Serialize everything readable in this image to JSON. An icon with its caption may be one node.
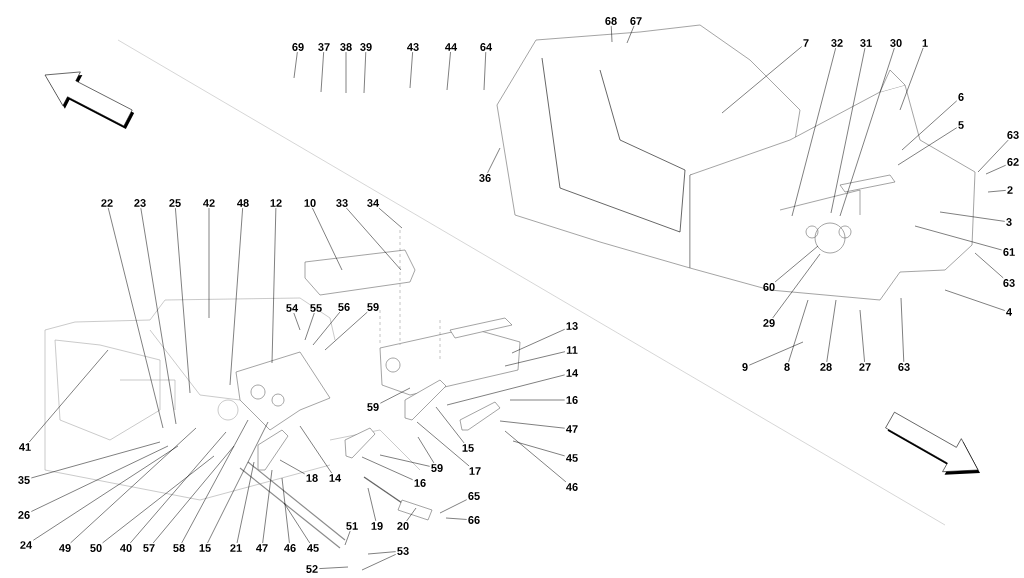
{
  "diagram": {
    "nodes": [
      {
        "text": [
          "69"
        ]
      },
      {
        "text": [
          "37"
        ]
      },
      {
        "text": [
          "38"
        ]
      },
      {
        "text": [
          "39"
        ]
      },
      {
        "text": [
          "43"
        ]
      },
      {
        "text": [
          "44"
        ]
      },
      {
        "text": [
          "64"
        ]
      },
      {
        "text": [
          "68"
        ]
      },
      {
        "text": [
          "67"
        ]
      },
      {
        "text": [
          "7"
        ]
      },
      {
        "text": [
          "32"
        ]
      },
      {
        "text": [
          "31"
        ]
      },
      {
        "text": [
          "30"
        ]
      },
      {
        "text": [
          "1"
        ]
      },
      {
        "text": [
          "6"
        ]
      },
      {
        "text": [
          "5"
        ]
      },
      {
        "text": [
          "63"
        ]
      },
      {
        "text": [
          "62"
        ]
      },
      {
        "text": [
          "36"
        ]
      },
      {
        "text": [
          "2"
        ]
      },
      {
        "text": [
          "3"
        ]
      },
      {
        "text": [
          "61"
        ]
      },
      {
        "text": [
          "63"
        ]
      },
      {
        "text": [
          "4"
        ]
      },
      {
        "text": [
          "60"
        ]
      },
      {
        "text": [
          "29"
        ]
      },
      {
        "text": [
          "9"
        ]
      },
      {
        "text": [
          "8"
        ]
      },
      {
        "text": [
          "28"
        ]
      },
      {
        "text": [
          "27"
        ]
      },
      {
        "text": [
          "63"
        ]
      },
      {
        "text": [
          "22"
        ]
      },
      {
        "text": [
          "23"
        ]
      },
      {
        "text": [
          "25"
        ]
      },
      {
        "text": [
          "42"
        ]
      },
      {
        "text": [
          "48"
        ]
      },
      {
        "text": [
          "12"
        ]
      },
      {
        "text": [
          "10"
        ]
      },
      {
        "text": [
          "33"
        ]
      },
      {
        "text": [
          "34"
        ]
      },
      {
        "text": [
          "54"
        ]
      },
      {
        "text": [
          "55"
        ]
      },
      {
        "text": [
          "56"
        ]
      },
      {
        "text": [
          "59"
        ]
      },
      {
        "text": [
          "13"
        ]
      },
      {
        "text": [
          "11"
        ]
      },
      {
        "text": [
          "59"
        ]
      },
      {
        "text": [
          "14"
        ]
      },
      {
        "text": [
          "16"
        ]
      },
      {
        "text": [
          "41"
        ]
      },
      {
        "text": [
          "47"
        ]
      },
      {
        "text": [
          "15"
        ]
      },
      {
        "text": [
          "59"
        ]
      },
      {
        "text": [
          "17"
        ]
      },
      {
        "text": [
          "45"
        ]
      },
      {
        "text": [
          "35"
        ]
      },
      {
        "text": [
          "18"
        ]
      },
      {
        "text": [
          "14"
        ]
      },
      {
        "text": [
          "16"
        ]
      },
      {
        "text": [
          "46"
        ]
      },
      {
        "text": [
          "65"
        ]
      },
      {
        "text": [
          "26"
        ]
      },
      {
        "text": [
          "19"
        ]
      },
      {
        "text": [
          "20"
        ]
      },
      {
        "text": [
          "66"
        ]
      },
      {
        "text": [
          "51"
        ]
      },
      {
        "text": [
          "24"
        ]
      },
      {
        "text": [
          "49"
        ]
      },
      {
        "text": [
          "50"
        ]
      },
      {
        "text": [
          "40"
        ]
      },
      {
        "text": [
          "57"
        ]
      },
      {
        "text": [
          "58"
        ]
      },
      {
        "text": [
          "15"
        ]
      },
      {
        "text": [
          "21"
        ]
      },
      {
        "text": [
          "47"
        ]
      },
      {
        "text": [
          "46"
        ]
      },
      {
        "text": [
          "45"
        ]
      },
      {
        "text": [
          "53"
        ]
      },
      {
        "text": [
          "52"
        ]
      }
    ],
    "edges": [
      {
        "from": 0,
        "to": null,
        "arrow": "none"
      },
      {
        "from": 1,
        "to": null,
        "arrow": "none"
      },
      {
        "from": 2,
        "to": null,
        "arrow": "none"
      },
      {
        "from": 3,
        "to": null,
        "arrow": "none"
      },
      {
        "from": 4,
        "to": null,
        "arrow": "none"
      },
      {
        "from": 5,
        "to": null,
        "arrow": "none"
      },
      {
        "from": 6,
        "to": null,
        "arrow": "none"
      },
      {
        "from": 7,
        "to": null,
        "arrow": "none"
      },
      {
        "from": 8,
        "to": null,
        "arrow": "none"
      },
      {
        "from": 9,
        "to": null,
        "arrow": "none"
      },
      {
        "from": 10,
        "to": null,
        "arrow": "none"
      },
      {
        "from": 11,
        "to": null,
        "arrow": "none"
      },
      {
        "from": 12,
        "to": null,
        "arrow": "none"
      },
      {
        "from": 13,
        "to": null,
        "arrow": "none"
      },
      {
        "from": 14,
        "to": null,
        "arrow": "none"
      },
      {
        "from": 15,
        "to": null,
        "arrow": "none"
      },
      {
        "from": 16,
        "to": null,
        "arrow": "none"
      },
      {
        "from": 17,
        "to": null,
        "arrow": "none"
      },
      {
        "from": 18,
        "to": null,
        "arrow": "none"
      },
      {
        "from": 19,
        "to": null,
        "arrow": "none"
      },
      {
        "from": 20,
        "to": null,
        "arrow": "none"
      },
      {
        "from": 21,
        "to": null,
        "arrow": "none"
      },
      {
        "from": 22,
        "to": null,
        "arrow": "none"
      },
      {
        "from": 23,
        "to": null,
        "arrow": "none"
      },
      {
        "from": 24,
        "to": null,
        "arrow": "none"
      },
      {
        "from": 25,
        "to": null,
        "arrow": "none"
      },
      {
        "from": 26,
        "to": null,
        "arrow": "none"
      },
      {
        "from": 27,
        "to": null,
        "arrow": "none"
      },
      {
        "from": 28,
        "to": null,
        "arrow": "none"
      },
      {
        "from": 29,
        "to": null,
        "arrow": "none"
      },
      {
        "from": 30,
        "to": null,
        "arrow": "none"
      },
      {
        "from": 31,
        "to": null,
        "arrow": "none"
      },
      {
        "from": 32,
        "to": null,
        "arrow": "none"
      },
      {
        "from": 33,
        "to": null,
        "arrow": "none"
      },
      {
        "from": 34,
        "to": null,
        "arrow": "none"
      },
      {
        "from": 35,
        "to": null,
        "arrow": "none"
      },
      {
        "from": 36,
        "to": null,
        "arrow": "none"
      },
      {
        "from": 37,
        "to": null,
        "arrow": "none"
      },
      {
        "from": 38,
        "to": null,
        "arrow": "none"
      },
      {
        "from": 39,
        "to": null,
        "arrow": "none"
      },
      {
        "from": 40,
        "to": null,
        "arrow": "none"
      },
      {
        "from": 41,
        "to": null,
        "arrow": "none"
      },
      {
        "from": 42,
        "to": null,
        "arrow": "none"
      },
      {
        "from": 43,
        "to": null,
        "arrow": "none"
      },
      {
        "from": 44,
        "to": null,
        "arrow": "none"
      },
      {
        "from": 45,
        "to": null,
        "arrow": "none"
      },
      {
        "from": 46,
        "to": null,
        "arrow": "none"
      },
      {
        "from": 47,
        "to": null,
        "arrow": "none"
      },
      {
        "from": 48,
        "to": null,
        "arrow": "none"
      },
      {
        "from": 49,
        "to": null,
        "arrow": "none"
      },
      {
        "from": 50,
        "to": null,
        "arrow": "none"
      },
      {
        "from": 51,
        "to": null,
        "arrow": "none"
      },
      {
        "from": 52,
        "to": null,
        "arrow": "none"
      },
      {
        "from": 52,
        "to": null,
        "arrow": "none"
      },
      {
        "from": 53,
        "to": null,
        "arrow": "none"
      },
      {
        "from": 54,
        "to": null,
        "arrow": "none"
      },
      {
        "from": 55,
        "to": null,
        "arrow": "none"
      },
      {
        "from": 56,
        "to": null,
        "arrow": "none"
      },
      {
        "from": 57,
        "to": null,
        "arrow": "none"
      },
      {
        "from": 58,
        "to": null,
        "arrow": "none"
      },
      {
        "from": 59,
        "to": null,
        "arrow": "none"
      },
      {
        "from": 60,
        "to": null,
        "arrow": "none"
      },
      {
        "from": 61,
        "to": null,
        "arrow": "none"
      },
      {
        "from": 62,
        "to": null,
        "arrow": "none"
      },
      {
        "from": 63,
        "to": null,
        "arrow": "none"
      },
      {
        "from": 64,
        "to": null,
        "arrow": "none"
      },
      {
        "from": 65,
        "to": null,
        "arrow": "none"
      },
      {
        "from": 66,
        "to": null,
        "arrow": "none"
      },
      {
        "from": 67,
        "to": null,
        "arrow": "none"
      },
      {
        "from": 68,
        "to": null,
        "arrow": "none"
      },
      {
        "from": 69,
        "to": null,
        "arrow": "none"
      },
      {
        "from": 70,
        "to": null,
        "arrow": "none"
      },
      {
        "from": 71,
        "to": null,
        "arrow": "none"
      },
      {
        "from": 72,
        "to": null,
        "arrow": "none"
      },
      {
        "from": 73,
        "to": null,
        "arrow": "none"
      },
      {
        "from": 74,
        "to": null,
        "arrow": "none"
      },
      {
        "from": 75,
        "to": null,
        "arrow": "none"
      },
      {
        "from": 76,
        "to": null,
        "arrow": "none"
      },
      {
        "from": 77,
        "to": null,
        "arrow": "none"
      },
      {
        "from": 77,
        "to": null,
        "arrow": "none"
      },
      {
        "from": 78,
        "to": null,
        "arrow": "none"
      }
    ]
  }
}
